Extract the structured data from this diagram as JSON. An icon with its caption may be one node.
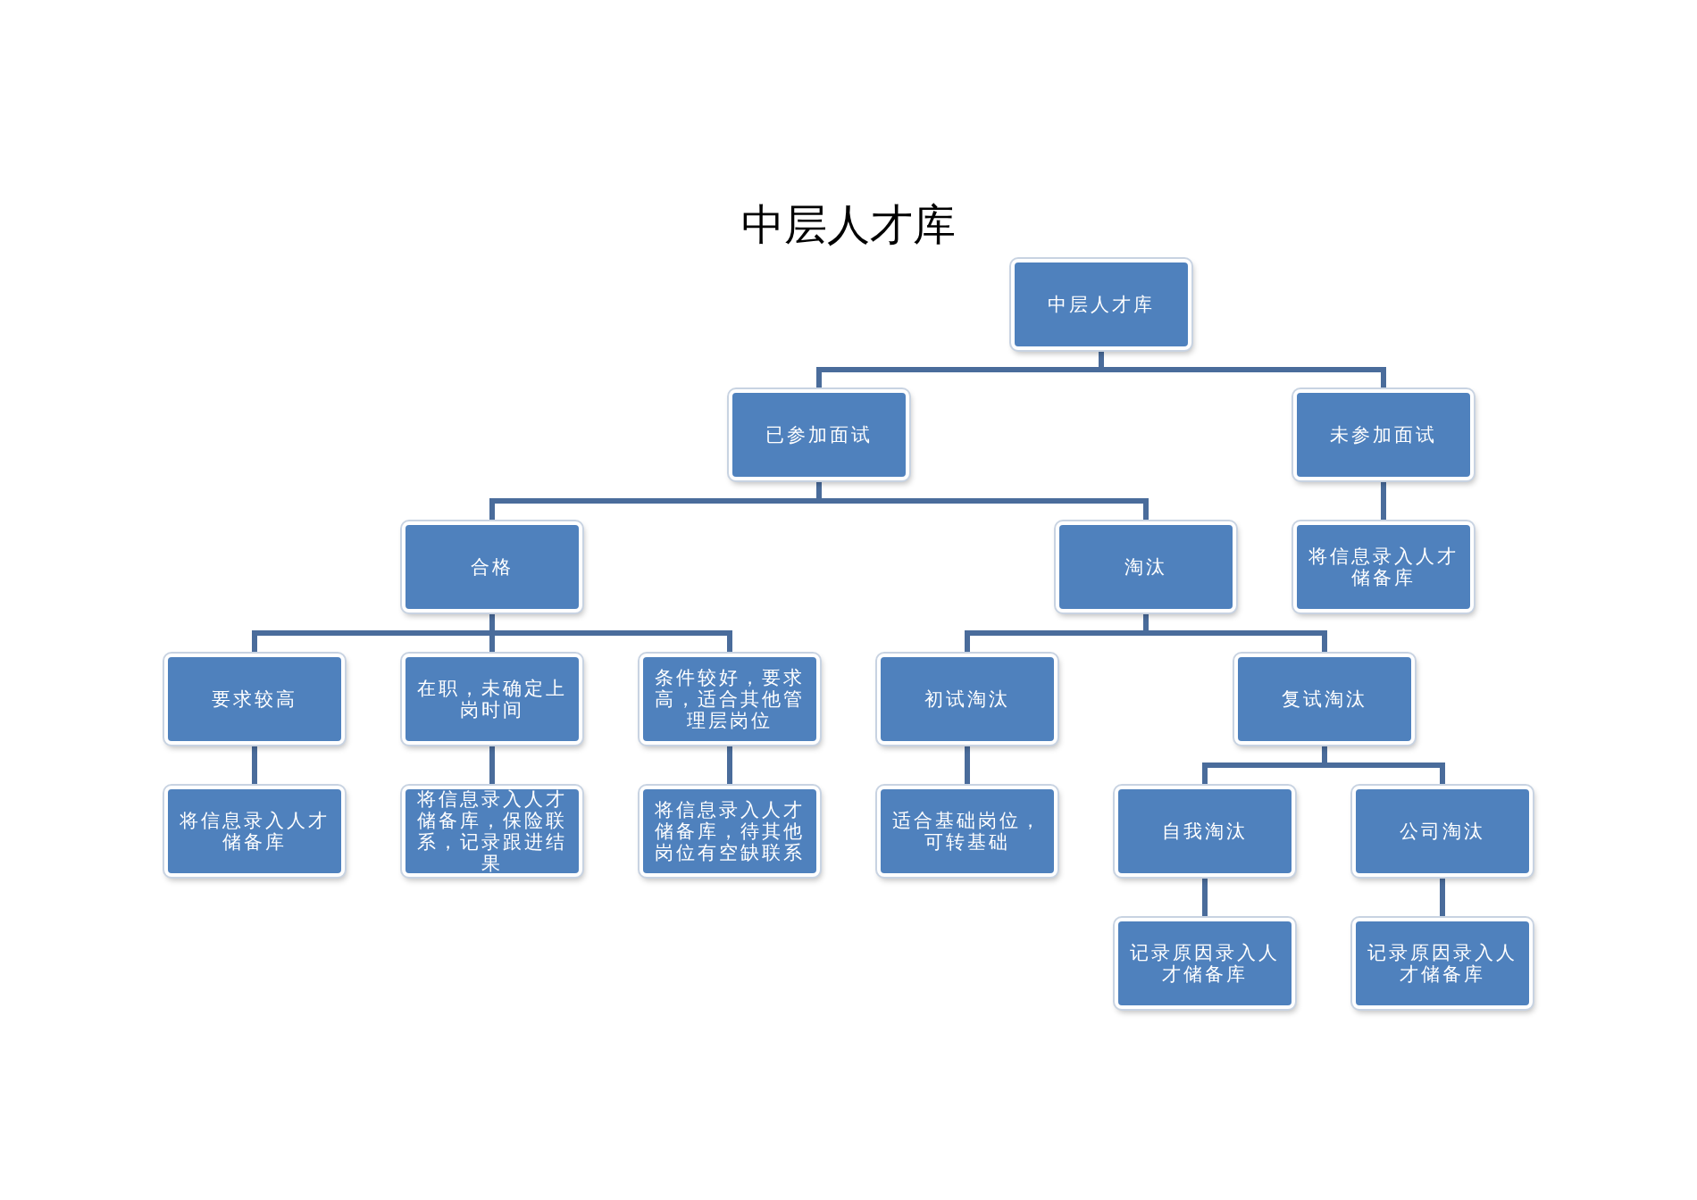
{
  "diagram": {
    "title": "中层人才库",
    "nodes": [
      {
        "text": [
          "中层人才库"
        ]
      },
      {
        "text": [
          "已参加面试"
        ]
      },
      {
        "text": [
          "未参加面试"
        ]
      },
      {
        "text": [
          "合格"
        ]
      },
      {
        "text": [
          "淘汰"
        ]
      },
      {
        "text": [
          "将信息录入人才储备库"
        ]
      },
      {
        "text": [
          "要求较高"
        ]
      },
      {
        "text": [
          "在职，未确定上岗时间"
        ]
      },
      {
        "text": [
          "条件较好，要求高，适合其他管理层岗位"
        ]
      },
      {
        "text": [
          "初试淘汰"
        ]
      },
      {
        "text": [
          "复试淘汰"
        ]
      },
      {
        "text": [
          "将信息录入人才储备库"
        ]
      },
      {
        "text": [
          "将信息录入人才储备库，保险联系，记录跟进结果"
        ]
      },
      {
        "text": [
          "将信息录入人才储备库，待其他岗位有空缺联系"
        ]
      },
      {
        "text": [
          "适合基础岗位，可转基础"
        ]
      },
      {
        "text": [
          "自我淘汰"
        ]
      },
      {
        "text": [
          "公司淘汰"
        ]
      },
      {
        "text": [
          "记录原因录入人才储备库"
        ]
      },
      {
        "text": [
          "记录原因录入人才储备库"
        ]
      }
    ],
    "edges": [
      {
        "from": 0,
        "to": 1,
        "arrow": "none"
      },
      {
        "from": 0,
        "to": 2,
        "arrow": "none"
      },
      {
        "from": 1,
        "to": 3,
        "arrow": "none"
      },
      {
        "from": 1,
        "to": 4,
        "arrow": "none"
      },
      {
        "from": 2,
        "to": 5,
        "arrow": "none"
      },
      {
        "from": 3,
        "to": 6,
        "arrow": "none"
      },
      {
        "from": 3,
        "to": 7,
        "arrow": "none"
      },
      {
        "from": 3,
        "to": 8,
        "arrow": "none"
      },
      {
        "from": 4,
        "to": 9,
        "arrow": "none"
      },
      {
        "from": 4,
        "to": 10,
        "arrow": "none"
      },
      {
        "from": 6,
        "to": 11,
        "arrow": "none"
      },
      {
        "from": 7,
        "to": 12,
        "arrow": "none"
      },
      {
        "from": 8,
        "to": 13,
        "arrow": "none"
      },
      {
        "from": 9,
        "to": 14,
        "arrow": "none"
      },
      {
        "from": 10,
        "to": 15,
        "arrow": "none"
      },
      {
        "from": 10,
        "to": 16,
        "arrow": "none"
      },
      {
        "from": 15,
        "to": 17,
        "arrow": "none"
      },
      {
        "from": 16,
        "to": 18,
        "arrow": "none"
      }
    ]
  }
}
